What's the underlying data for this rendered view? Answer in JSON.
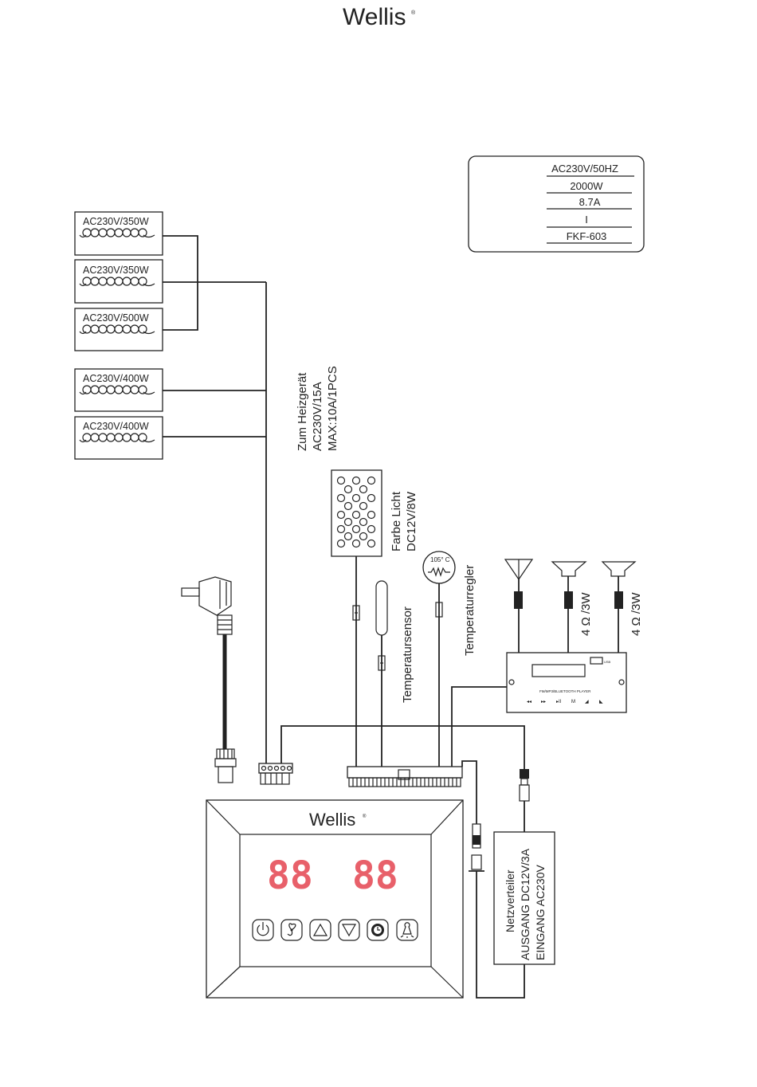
{
  "header": {
    "brand": "Wellis"
  },
  "spec_table": {
    "rows": [
      "AC230V/50HZ",
      "2000W",
      "8.7A",
      "I",
      "FKF-603"
    ]
  },
  "heaters": [
    {
      "label": "AC230V/350W"
    },
    {
      "label": "AC230V/350W"
    },
    {
      "label": "AC230V/500W"
    },
    {
      "label": "AC230V/400W"
    },
    {
      "label": "AC230V/400W"
    }
  ],
  "heater_supply": {
    "line1": "Zum Heizgerät",
    "line2": "AC230V/15A",
    "line3": "MAX:10A/1PCS"
  },
  "light": {
    "line1": "Farbe Licht",
    "line2": "DC12V/8W"
  },
  "thermostat": {
    "dial": "105° C",
    "label": "Temperaturregler"
  },
  "sensor": {
    "label": "Temperatursensor"
  },
  "speakers": [
    {
      "rating": "4 Ω /3W"
    },
    {
      "rating": "4 Ω /3W"
    }
  ],
  "player": {
    "caption": "FM/MP3/BLUETOOTH PLAYER",
    "usb": "USB",
    "controls": [
      "◂◂",
      "▸▸",
      "▸II",
      "M",
      "◢",
      "◣"
    ]
  },
  "power_supply": {
    "line1": "Netzverteiler",
    "line2": "AUSGANG DC12V/3A",
    "line3": "EINGANG AC230V"
  },
  "control_panel": {
    "brand": "Wellis",
    "display_left": "88",
    "display_right": "88",
    "display_color": "#e8606a",
    "buttons": [
      "power-icon",
      "fan-icon",
      "up-arrow-icon",
      "down-arrow-icon",
      "timer-icon",
      "light-icon"
    ]
  }
}
